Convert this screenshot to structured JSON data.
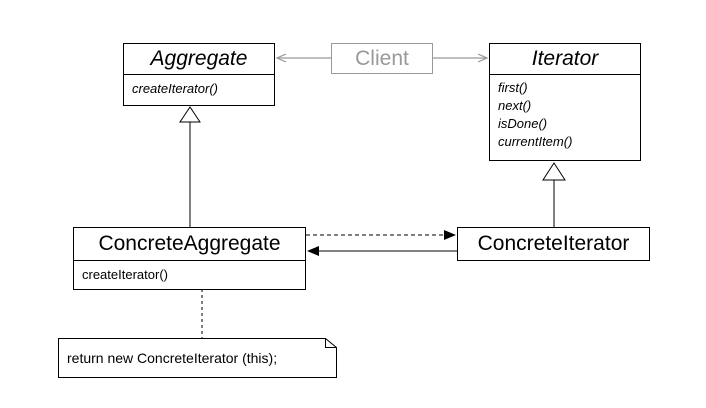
{
  "client": {
    "label": "Client"
  },
  "aggregate": {
    "name": "Aggregate",
    "operations": [
      "createIterator()"
    ]
  },
  "iterator": {
    "name": "Iterator",
    "operations": [
      "first()",
      "next()",
      "isDone()",
      "currentItem()"
    ]
  },
  "concrete_aggregate": {
    "name": "ConcreteAggregate",
    "operations": [
      "createIterator()"
    ]
  },
  "concrete_iterator": {
    "name": "ConcreteIterator"
  },
  "note": {
    "text": "return new ConcreteIterator (this);"
  },
  "colors": {
    "client": "#999999",
    "line": "#000000"
  }
}
